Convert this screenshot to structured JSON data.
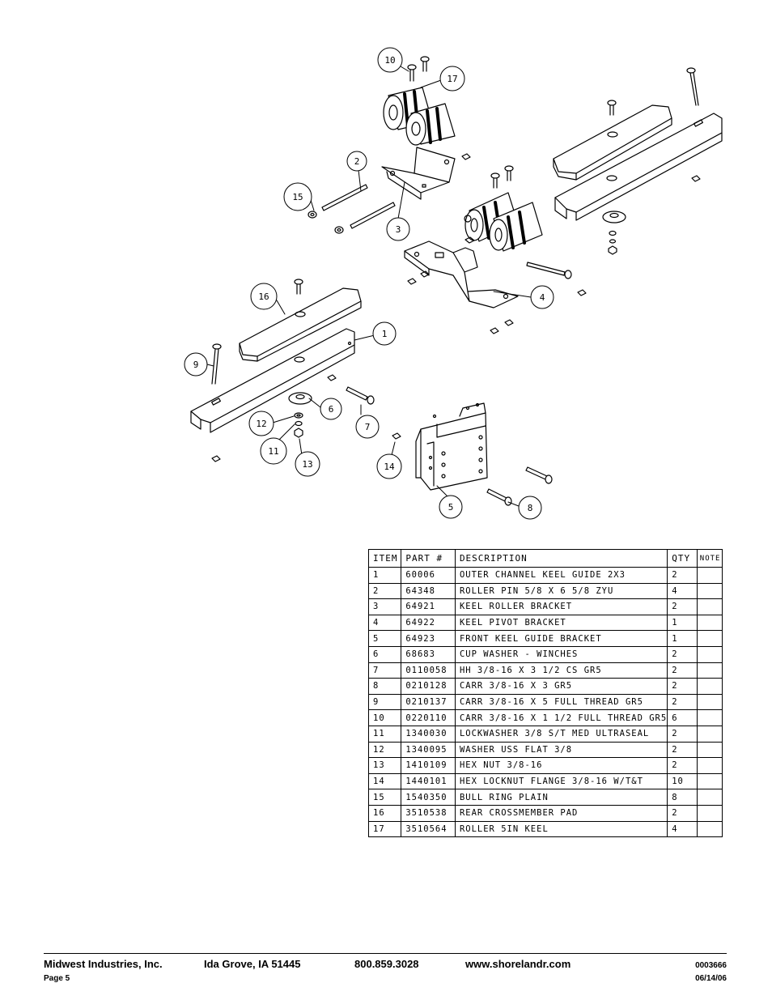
{
  "diagram": {
    "callouts": [
      "10",
      "17",
      "2",
      "15",
      "3",
      "16",
      "1",
      "4",
      "9",
      "6",
      "12",
      "7",
      "11",
      "13",
      "14",
      "5",
      "8"
    ]
  },
  "table": {
    "headers": [
      "ITEM",
      "PART #",
      "DESCRIPTION",
      "QTY",
      "NOTE"
    ],
    "rows": [
      [
        "1",
        "60006",
        "OUTER CHANNEL KEEL GUIDE 2X3",
        "2",
        ""
      ],
      [
        "2",
        "64348",
        "ROLLER PIN  5/8 X 6 5/8 ZYU",
        "4",
        ""
      ],
      [
        "3",
        "64921",
        "KEEL ROLLER BRACKET",
        "2",
        ""
      ],
      [
        "4",
        "64922",
        "KEEL PIVOT BRACKET",
        "1",
        ""
      ],
      [
        "5",
        "64923",
        "FRONT KEEL GUIDE BRACKET",
        "1",
        ""
      ],
      [
        "6",
        "68683",
        "CUP WASHER - WINCHES",
        "2",
        ""
      ],
      [
        "7",
        "0110058",
        "HH 3/8-16 X 3 1/2 CS GR5",
        "2",
        ""
      ],
      [
        "8",
        "0210128",
        "CARR 3/8-16 X 3 GR5",
        "2",
        ""
      ],
      [
        "9",
        "0210137",
        "CARR 3/8-16 X 5 FULL THREAD GR5",
        "2",
        ""
      ],
      [
        "10",
        "0220110",
        "CARR 3/8-16 X 1 1/2 FULL THREAD GR5",
        "6",
        ""
      ],
      [
        "11",
        "1340030",
        "LOCKWASHER 3/8 S/T MED ULTRASEAL",
        "2",
        ""
      ],
      [
        "12",
        "1340095",
        "WASHER USS FLAT 3/8",
        "2",
        ""
      ],
      [
        "13",
        "1410109",
        "HEX NUT 3/8-16",
        "2",
        ""
      ],
      [
        "14",
        "1440101",
        "HEX LOCKNUT FLANGE 3/8-16 W/T&T",
        "10",
        ""
      ],
      [
        "15",
        "1540350",
        "BULL RING PLAIN",
        "8",
        ""
      ],
      [
        "16",
        "3510538",
        "REAR CROSSMEMBER PAD",
        "2",
        ""
      ],
      [
        "17",
        "3510564",
        "ROLLER 5IN KEEL",
        "4",
        ""
      ]
    ]
  },
  "footer": {
    "company": "Midwest Industries, Inc.",
    "city": "Ida Grove, IA  51445",
    "phone": "800.859.3028",
    "website": "www.shorelandr.com",
    "doc_number": "0003666",
    "page": "Page 5",
    "date": "06/14/06"
  }
}
